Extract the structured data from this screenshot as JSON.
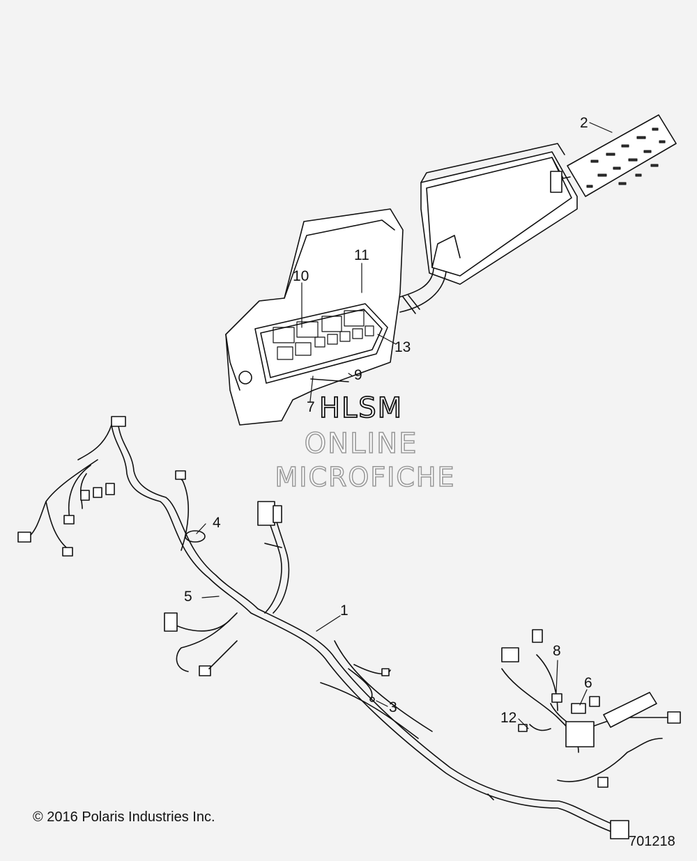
{
  "callouts": [
    {
      "label": "1"
    },
    {
      "label": "2"
    },
    {
      "label": "3"
    },
    {
      "label": "4"
    },
    {
      "label": "5"
    },
    {
      "label": "6"
    },
    {
      "label": "7"
    },
    {
      "label": "8"
    },
    {
      "label": "9"
    },
    {
      "label": "10"
    },
    {
      "label": "11"
    },
    {
      "label": "12"
    },
    {
      "label": "13"
    }
  ],
  "watermark": {
    "line1": "HLSM",
    "line2": "ONLINE",
    "line3": "MICROFICHE"
  },
  "footer": {
    "copyright": "© 2016 Polaris Industries Inc.",
    "drawing_number": "701218"
  },
  "colors": {
    "background": "#f3f3f3",
    "line": "#111111",
    "watermark_outline": "#9a9a9a"
  }
}
